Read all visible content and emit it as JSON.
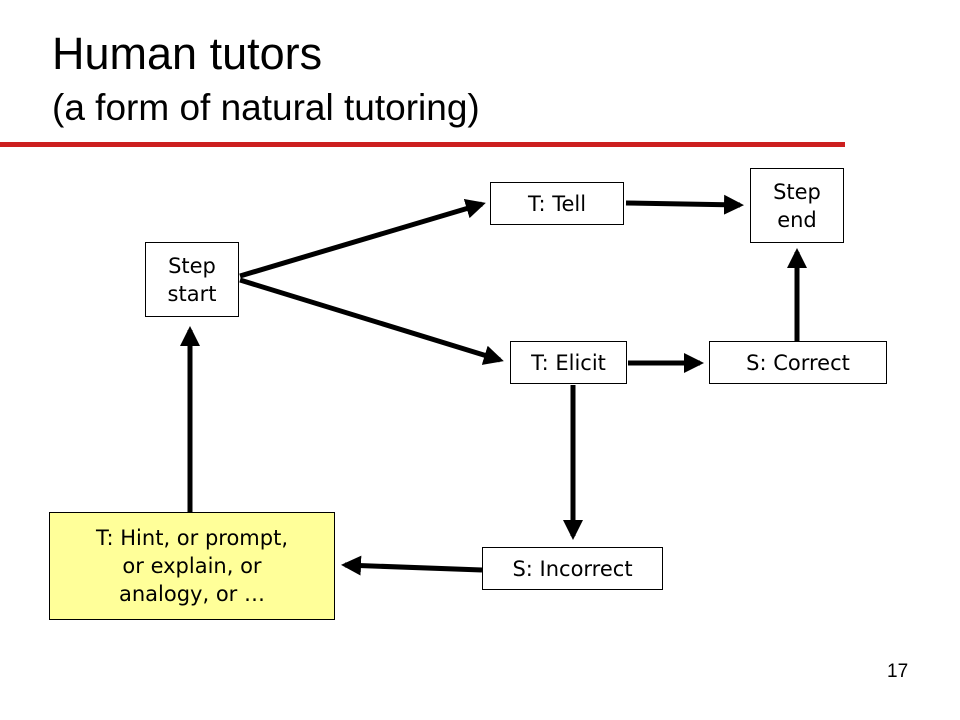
{
  "slide": {
    "title": "Human tutors",
    "subtitle": "(a form of natural tutoring)",
    "page_number": "17",
    "accent_color": "#cc1f1f",
    "hint_box_color": "#ffff99"
  },
  "nodes": {
    "step_start": "Step\nstart",
    "tell": "T: Tell",
    "step_end": "Step\nend",
    "elicit": "T: Elicit",
    "correct": "S: Correct",
    "incorrect": "S: Incorrect",
    "hint": "T: Hint, or prompt,\nor explain, or\nanalogy, or …"
  },
  "edges": [
    {
      "from": "step_start",
      "to": "tell"
    },
    {
      "from": "step_start",
      "to": "elicit"
    },
    {
      "from": "tell",
      "to": "step_end"
    },
    {
      "from": "elicit",
      "to": "correct"
    },
    {
      "from": "correct",
      "to": "step_end"
    },
    {
      "from": "elicit",
      "to": "incorrect"
    },
    {
      "from": "incorrect",
      "to": "hint"
    },
    {
      "from": "hint",
      "to": "step_start"
    }
  ]
}
